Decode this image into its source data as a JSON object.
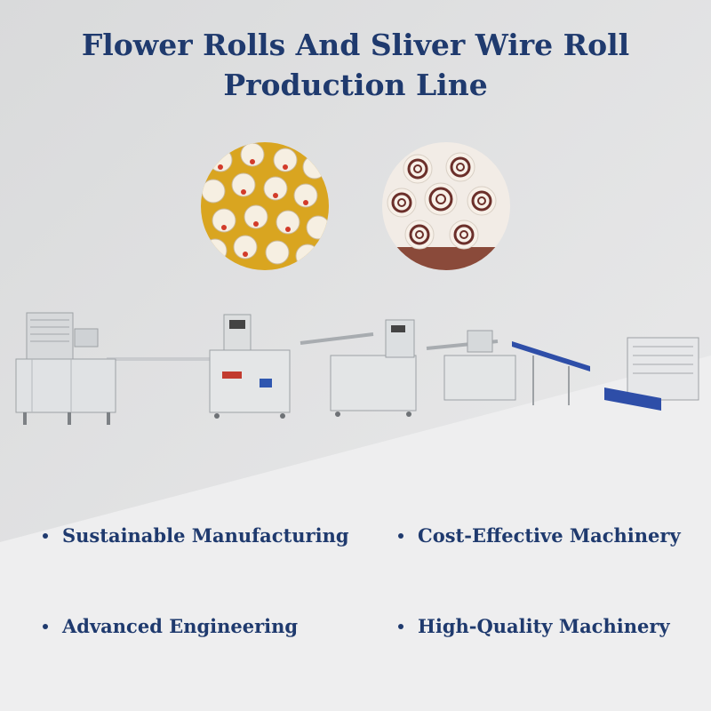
{
  "title": {
    "line1": "Flower Rolls And Sliver Wire Roll",
    "line2": "Production Line"
  },
  "photos": [
    {
      "icon": "flower-rolls-photo"
    },
    {
      "icon": "silver-wire-rolls-photo"
    }
  ],
  "machines": [
    {
      "icon": "dough-press-machine"
    },
    {
      "icon": "filling-machine"
    },
    {
      "icon": "sheeting-machine"
    },
    {
      "icon": "rolling-conveyor-machine"
    },
    {
      "icon": "cutting-machine"
    }
  ],
  "features": [
    {
      "label": "Sustainable Manufacturing"
    },
    {
      "label": "Cost-Effective Machinery"
    },
    {
      "label": "Advanced Engineering"
    },
    {
      "label": "High-Quality Machinery"
    }
  ],
  "colors": {
    "title": "#1f3a6e",
    "background": "#e9e9ea",
    "machine_steel": "#d8dadc",
    "conveyor_blue": "#2e4ea8"
  }
}
